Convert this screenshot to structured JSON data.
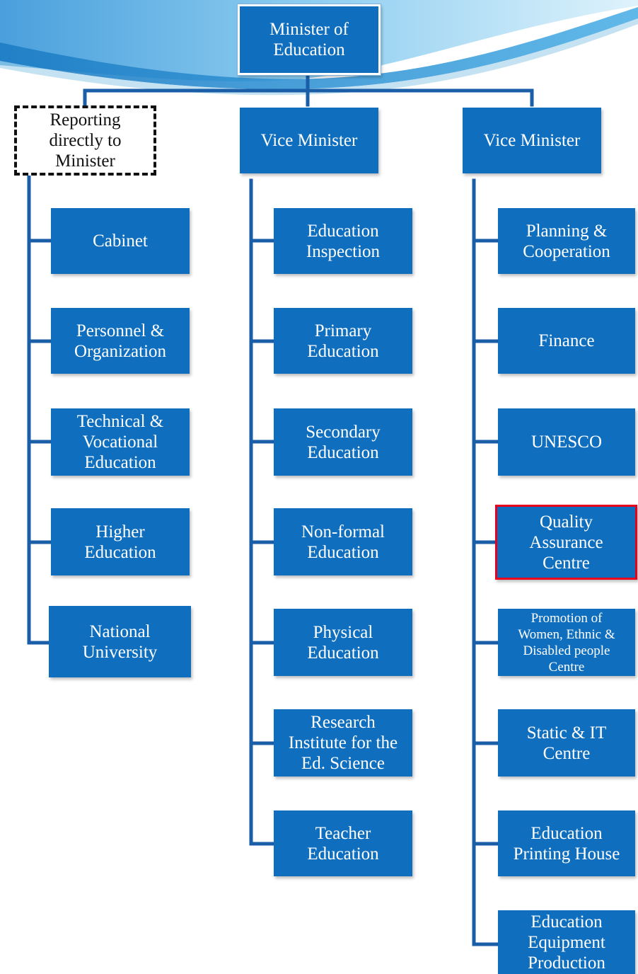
{
  "colors": {
    "box": "#0f6fbe",
    "line": "#1a5ea8",
    "highlight": "#e8001c"
  },
  "top": {
    "label": "Minister of\nEducation"
  },
  "columns": [
    {
      "header": "Reporting\ndirectly to\nMinister",
      "items": [
        "Cabinet",
        "Personnel &\nOrganization",
        "Technical &\nVocational\nEducation",
        "Higher\nEducation",
        "National\nUniversity"
      ]
    },
    {
      "header": "Vice Minister",
      "items": [
        "Education\nInspection",
        "Primary\nEducation",
        "Secondary\nEducation",
        "Non-formal\nEducation",
        "Physical\nEducation",
        "Research\nInstitute for the\nEd. Science",
        "Teacher\nEducation"
      ]
    },
    {
      "header": "Vice Minister",
      "items": [
        "Planning &\nCooperation",
        "Finance",
        "UNESCO",
        "Quality\nAssurance\nCentre",
        "Promotion of\nWomen, Ethnic &\nDisabled people\nCentre",
        "Static & IT\nCentre",
        "Education\nPrinting House",
        "Education\nEquipment\nProduction"
      ]
    }
  ]
}
